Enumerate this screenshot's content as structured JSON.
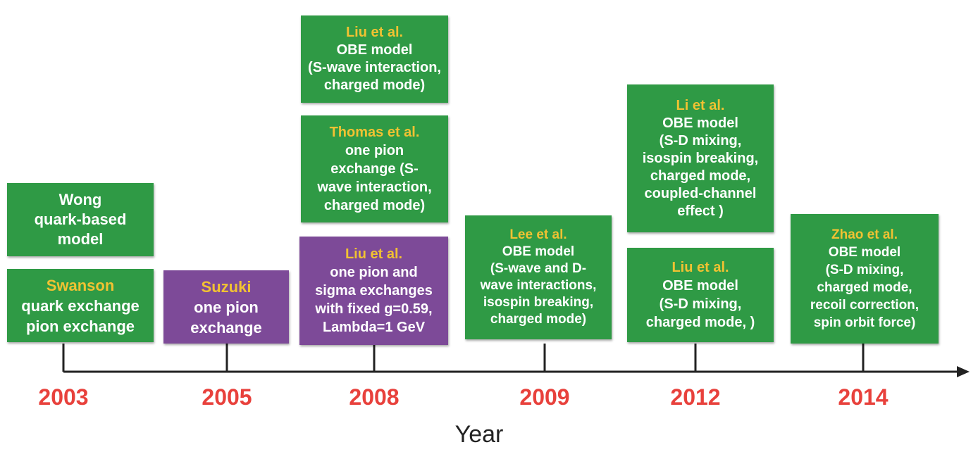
{
  "axis": {
    "title": "Year",
    "years": [
      "2003",
      "2005",
      "2008",
      "2009",
      "2012",
      "2014"
    ]
  },
  "colors": {
    "green": "#2f9a45",
    "purple": "#7d4a98",
    "author": "#f1c232",
    "year": "#e8413c"
  },
  "boxes": {
    "wong": {
      "author": "",
      "lines": [
        "Wong",
        "quark-based",
        "model"
      ]
    },
    "swanson": {
      "author": "Swanson",
      "lines": [
        "quark exchange",
        "pion exchange"
      ]
    },
    "suzuki": {
      "author": "Suzuki",
      "lines": [
        "one pion",
        "exchange"
      ]
    },
    "liu2008a": {
      "author": "Liu et al.",
      "lines": [
        "OBE model",
        "(S-wave interaction,",
        "charged mode)"
      ]
    },
    "thomas": {
      "author": "Thomas et al.",
      "lines": [
        "one pion",
        "exchange (S-",
        "wave interaction,",
        "charged mode)"
      ]
    },
    "liu2008b": {
      "author": "Liu et al.",
      "lines": [
        "one pion and",
        "sigma exchanges",
        "with fixed g=0.59,",
        "Lambda=1 GeV"
      ]
    },
    "lee": {
      "author": "Lee et al.",
      "lines": [
        "OBE model",
        "(S-wave and D-",
        "wave interactions,",
        "isospin breaking,",
        "charged mode)"
      ]
    },
    "li": {
      "author": "Li et al.",
      "lines": [
        "OBE model",
        "(S-D mixing,",
        "isospin breaking,",
        "charged mode,",
        "coupled-channel",
        "effect )"
      ]
    },
    "liu2012": {
      "author": "Liu et al.",
      "lines": [
        "OBE model",
        "(S-D mixing,",
        "charged mode, )"
      ]
    },
    "zhao": {
      "author": "Zhao et al.",
      "lines": [
        "OBE model",
        "(S-D mixing,",
        "charged mode,",
        "recoil correction,",
        "spin orbit force)"
      ]
    }
  }
}
